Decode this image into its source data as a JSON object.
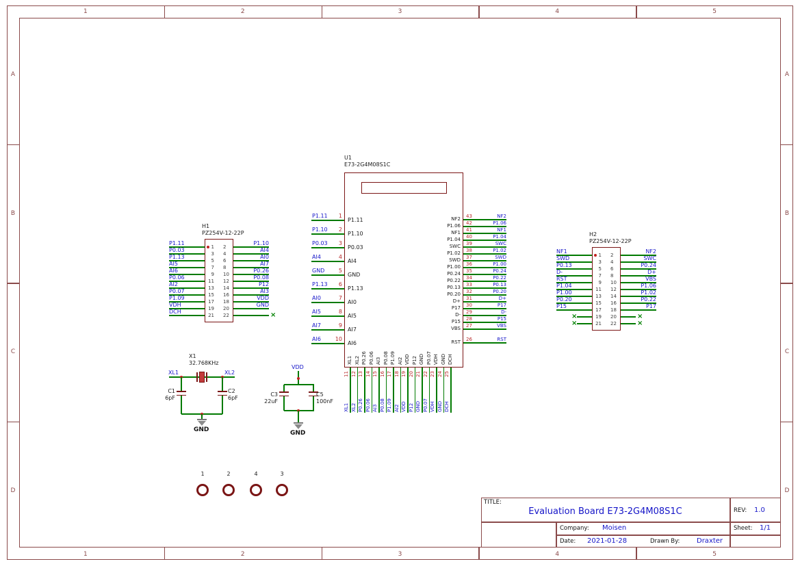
{
  "frame": {
    "cols": [
      "1",
      "2",
      "3",
      "4",
      "5"
    ],
    "rows": [
      "A",
      "B",
      "C",
      "D"
    ]
  },
  "u1": {
    "ref": "U1",
    "value": "E73-2G4M08S1C",
    "left_pins": [
      {
        "num": "1",
        "name": "P1.11",
        "net": "P1.11"
      },
      {
        "num": "2",
        "name": "P1.10",
        "net": "P1.10"
      },
      {
        "num": "3",
        "name": "P0.03",
        "net": "P0.03"
      },
      {
        "num": "4",
        "name": "AI4",
        "net": "AI4"
      },
      {
        "num": "5",
        "name": "GND",
        "net": "GND"
      },
      {
        "num": "6",
        "name": "P1.13",
        "net": "P1.13"
      },
      {
        "num": "7",
        "name": "AI0",
        "net": "AI0"
      },
      {
        "num": "8",
        "name": "AI5",
        "net": "AI5"
      },
      {
        "num": "9",
        "name": "AI7",
        "net": "AI7"
      },
      {
        "num": "10",
        "name": "AI6",
        "net": "AI6"
      }
    ],
    "right_pins": [
      {
        "num": "43",
        "name": "NF2",
        "net": "NF2"
      },
      {
        "num": "42",
        "name": "P1.06",
        "net": "P1.06"
      },
      {
        "num": "41",
        "name": "NF1",
        "net": "NF1"
      },
      {
        "num": "40",
        "name": "P1.04",
        "net": "P1.04"
      },
      {
        "num": "39",
        "name": "SWC",
        "net": "SWC"
      },
      {
        "num": "38",
        "name": "P1.02",
        "net": "P1.02"
      },
      {
        "num": "37",
        "name": "SWD",
        "net": "SWD"
      },
      {
        "num": "36",
        "name": "P1.00",
        "net": "P1.00"
      },
      {
        "num": "35",
        "name": "P0.24",
        "net": "P0.24"
      },
      {
        "num": "34",
        "name": "P0.22",
        "net": "P0.22"
      },
      {
        "num": "33",
        "name": "P0.13",
        "net": "P0.13"
      },
      {
        "num": "32",
        "name": "P0.20",
        "net": "P0.20"
      },
      {
        "num": "31",
        "name": "D+",
        "net": "D+"
      },
      {
        "num": "30",
        "name": "P17",
        "net": "P17"
      },
      {
        "num": "29",
        "name": "D-",
        "net": "D-"
      },
      {
        "num": "28",
        "name": "P15",
        "net": "P15"
      },
      {
        "num": "27",
        "name": "VBS",
        "net": "VBS"
      },
      {
        "num": "26",
        "name": "RST",
        "net": "RST"
      }
    ],
    "bottom_pins": [
      {
        "num": "11",
        "name": "XL1",
        "net": "XL1"
      },
      {
        "num": "12",
        "name": "XL2",
        "net": "XL2"
      },
      {
        "num": "13",
        "name": "P0.26",
        "net": "P0.26"
      },
      {
        "num": "14",
        "name": "P0.06",
        "net": "P0.06"
      },
      {
        "num": "15",
        "name": "AI3",
        "net": "AI3"
      },
      {
        "num": "16",
        "name": "P0.08",
        "net": "P0.08"
      },
      {
        "num": "17",
        "name": "P1.09",
        "net": "P1.09"
      },
      {
        "num": "18",
        "name": "AI2",
        "net": "AI2"
      },
      {
        "num": "19",
        "name": "VDD",
        "net": "VDD"
      },
      {
        "num": "20",
        "name": "P12",
        "net": "P12"
      },
      {
        "num": "21",
        "name": "GND",
        "net": "GND"
      },
      {
        "num": "22",
        "name": "P0.07",
        "net": "P0.07"
      },
      {
        "num": "23",
        "name": "VDH",
        "net": "VDH"
      },
      {
        "num": "24",
        "name": "GND",
        "net": "GND"
      },
      {
        "num": "25",
        "name": "DCH",
        "net": "DCH"
      }
    ]
  },
  "h1": {
    "ref": "H1",
    "value": "PZ254V-12-22P",
    "rows": [
      {
        "l": "1",
        "lnet": "P1.11",
        "r": "2",
        "rnet": "P1.10"
      },
      {
        "l": "3",
        "lnet": "P0.03",
        "r": "4",
        "rnet": "AI4"
      },
      {
        "l": "5",
        "lnet": "P1.13",
        "r": "6",
        "rnet": "AI0"
      },
      {
        "l": "7",
        "lnet": "AI5",
        "r": "8",
        "rnet": "AI7"
      },
      {
        "l": "9",
        "lnet": "AI6",
        "r": "10",
        "rnet": "P0.26"
      },
      {
        "l": "11",
        "lnet": "P0.06",
        "r": "12",
        "rnet": "P0.08"
      },
      {
        "l": "13",
        "lnet": "AI2",
        "r": "14",
        "rnet": "P12"
      },
      {
        "l": "15",
        "lnet": "P0.07",
        "r": "16",
        "rnet": "AI3"
      },
      {
        "l": "17",
        "lnet": "P1.09",
        "r": "18",
        "rnet": "VDD"
      },
      {
        "l": "19",
        "lnet": "VDH",
        "r": "20",
        "rnet": "GND"
      },
      {
        "l": "21",
        "lnet": "DCH",
        "r": "22",
        "rnet": ""
      }
    ]
  },
  "h2": {
    "ref": "H2",
    "value": "PZ254V-12-22P",
    "rows": [
      {
        "l": "1",
        "lnet": "NF1",
        "r": "2",
        "rnet": "NF2"
      },
      {
        "l": "3",
        "lnet": "SWD",
        "r": "4",
        "rnet": "SWC"
      },
      {
        "l": "5",
        "lnet": "P0.13",
        "r": "6",
        "rnet": "P0.24"
      },
      {
        "l": "7",
        "lnet": "D-",
        "r": "8",
        "rnet": "D+"
      },
      {
        "l": "9",
        "lnet": "RST",
        "r": "10",
        "rnet": "VBS"
      },
      {
        "l": "11",
        "lnet": "P1.04",
        "r": "12",
        "rnet": "P1.06"
      },
      {
        "l": "13",
        "lnet": "P1.00",
        "r": "14",
        "rnet": "P1.02"
      },
      {
        "l": "15",
        "lnet": "P0.20",
        "r": "16",
        "rnet": "P0.22"
      },
      {
        "l": "17",
        "lnet": "P15",
        "r": "18",
        "rnet": "P17"
      },
      {
        "l": "19",
        "lnet": "",
        "r": "20",
        "rnet": ""
      },
      {
        "l": "21",
        "lnet": "",
        "r": "22",
        "rnet": ""
      }
    ]
  },
  "crystal": {
    "ref": "X1",
    "value": "32.768KHz",
    "left_net": "XL1",
    "right_net": "XL2",
    "c1": {
      "ref": "C1",
      "value": "6pF"
    },
    "c2": {
      "ref": "C2",
      "value": "6pF"
    },
    "gnd_label": "GND"
  },
  "power": {
    "flag": "VDD",
    "c3": {
      "ref": "C3",
      "value": "22uF"
    },
    "c5": {
      "ref": "C5",
      "value": "100nF"
    },
    "gnd_label": "GND"
  },
  "holes": {
    "labels": [
      "1",
      "2",
      "4",
      "3"
    ]
  },
  "title_block": {
    "title_label": "TITLE:",
    "title": "Evaluation Board E73-2G4M08S1C",
    "rev_label": "REV:",
    "rev": "1.0",
    "company_label": "Company:",
    "company": "Moisen",
    "sheet_label": "Sheet:",
    "sheet": "1/1",
    "date_label": "Date:",
    "date": "2021-01-28",
    "drawn_label": "Drawn By:",
    "drawn": "Draxter"
  },
  "colors": {
    "frame": "#8a4a4a",
    "component": "#7a1515",
    "wire": "#007a00",
    "net": "#1414c8",
    "pin_number": "#b82828",
    "header_pin_number": "#3c3c3c",
    "ink": "#1a1a1a",
    "nc": "#008000"
  }
}
